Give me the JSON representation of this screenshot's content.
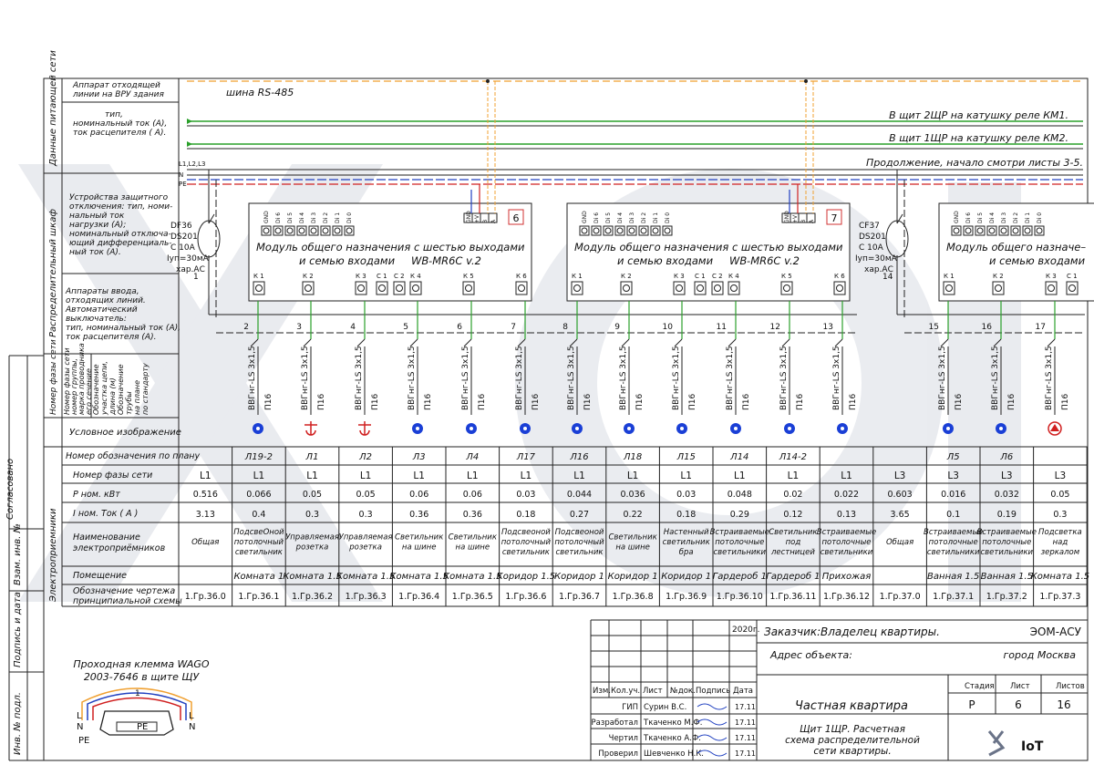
{
  "bus": {
    "rs485": "шина RS-485",
    "km1": "В щит 2ЩР на катушку реле КМ1.",
    "km2": "В щит 1ЩР на катушку реле КМ2.",
    "continuation": "Продолжение, начало смотри листы 3-5.",
    "wires_label": "L1,L2,L3",
    "wire_n": "N",
    "wire_pe": "PE"
  },
  "side": {
    "supply_data": "Данные питающей сети",
    "cabinet": "Распределительный шкаф",
    "phase_block": "Номер фазы сети",
    "consumers": "Электроприемники",
    "agreed": "Согласовано",
    "inv_sub": "Взам. инв. №",
    "sign_date": "Подпись и дата",
    "inv_orig": "Инв. № подл."
  },
  "labels": {
    "vru": [
      "Аппарат отходящей",
      "линии на ВРУ здания"
    ],
    "type_line": [
      "тип,",
      "номинальный ток (А),",
      "ток расцепителя ( А)."
    ],
    "rcd": [
      "Устройства защитного",
      "отключения: тип, номи-",
      "нальный ток",
      "нагрузки (А);",
      " номинальный отключа-",
      "ющий дифференциаль-",
      "ный ток (А)."
    ],
    "inputs": [
      "Аппараты ввода,",
      "отходящих линий.",
      "Автоматический",
      "выключатель:",
      "тип, номинальный ток (А),",
      "ток расцепителя (А)."
    ],
    "cable_a": [
      "Номер фазы сети",
      "номер группы,",
      "марка проводника",
      "его сечение"
    ],
    "cable_b": [
      "Обозначение",
      "участка цепи,",
      "длина (м)",
      "Обозначение",
      "трубы",
      "на плане",
      "по стандарту"
    ],
    "symbol": "Условное изображение"
  },
  "modules": [
    {
      "title1": "Модуль общего назначения с шестью выходами",
      "title2": "и семью входами",
      "model": "WB-MR6C v.2",
      "num": "6"
    },
    {
      "title1": "Модуль общего назначения с шестью выходами",
      "title2": "и семью входами",
      "model": "WB-MR6C v.2",
      "num": "7"
    },
    {
      "title1": "Модуль общего назначе–",
      "title2": "и семью входами",
      "model": "",
      "num": ""
    }
  ],
  "module_pins": [
    "GND",
    "Di 6",
    "Di 5",
    "Di 4",
    "Di 3",
    "Di 2",
    "Di 1",
    "Di 0"
  ],
  "module_bus_pins": [
    "GND",
    "+V",
    "B",
    "A"
  ],
  "relays": [
    "К 1",
    "К 2",
    "К 3",
    "С 1",
    "С 2",
    "К 4",
    "К 5",
    "К 6"
  ],
  "breakers": [
    {
      "name": "DF36",
      "type": "DS201",
      "nom": "С 10А",
      "idiff": "Iуп=30мА",
      "char": "хар.АС",
      "num": "1"
    },
    {
      "name": "CF37",
      "type": "DS201",
      "nom": "С 10А",
      "idiff": "Iуп=30мА",
      "char": "хар.АС",
      "num": "14"
    }
  ],
  "group_numbers": [
    "2",
    "3",
    "4",
    "5",
    "6",
    "7",
    "8",
    "9",
    "10",
    "11",
    "12",
    "13",
    "15",
    "16",
    "17"
  ],
  "cable": "ВВГнг-LS 3х1,5",
  "pipe": "П16",
  "table": {
    "row_labels": {
      "designation": "Номер обозначения по плану",
      "phase": "Номер фазы сети",
      "power": "Р ном. кВт",
      "current": "I ном. Ток ( А )",
      "name": [
        "Наименование",
        "электроприёмников"
      ],
      "room": "Помещение",
      "scheme": [
        "Обозначение чертежа",
        "принципиальной схемы"
      ]
    },
    "columns": [
      {
        "des": "",
        "phase": "L1",
        "p": "0.516",
        "i": "3.13",
        "name": [
          "Общая"
        ],
        "room": "",
        "sch": "1.Гр.36.0"
      },
      {
        "des": "Л19-2",
        "phase": "L1",
        "p": "0.066",
        "i": "0.4",
        "name": [
          "ПодсвеОной",
          "потолочный",
          "светильник"
        ],
        "room": "Комната 1",
        "sch": "1.Гр.36.1"
      },
      {
        "des": "Л1",
        "phase": "L1",
        "p": "0.05",
        "i": "0.3",
        "name": [
          "Управляемая",
          "розетка"
        ],
        "room": "Комната 1.5",
        "sch": "1.Гр.36.2"
      },
      {
        "des": "Л2",
        "phase": "L1",
        "p": "0.05",
        "i": "0.3",
        "name": [
          "Управляемая",
          "розетка"
        ],
        "room": "Комната 1.5",
        "sch": "1.Гр.36.3"
      },
      {
        "des": "Л3",
        "phase": "L1",
        "p": "0.06",
        "i": "0.36",
        "name": [
          "Светильник",
          "на шине"
        ],
        "room": "Комната 1.5",
        "sch": "1.Гр.36.4"
      },
      {
        "des": "Л4",
        "phase": "L1",
        "p": "0.06",
        "i": "0.36",
        "name": [
          "Светильник",
          "на шине"
        ],
        "room": "Комната 1.5",
        "sch": "1.Гр.36.5"
      },
      {
        "des": "Л17",
        "phase": "L1",
        "p": "0.03",
        "i": "0.18",
        "name": [
          "Подсвеоной",
          "потолочный",
          "светильник"
        ],
        "room": "Коридор 1.5",
        "sch": "1.Гр.36.6"
      },
      {
        "des": "Л16",
        "phase": "L1",
        "p": "0.044",
        "i": "0.27",
        "name": [
          "Подсвеоной",
          "потолочный",
          "светильник"
        ],
        "room": "Коридор 1",
        "sch": "1.Гр.36.7"
      },
      {
        "des": "Л18",
        "phase": "L1",
        "p": "0.036",
        "i": "0.22",
        "name": [
          "Светильник",
          "на шине"
        ],
        "room": "Коридор 1",
        "sch": "1.Гр.36.8"
      },
      {
        "des": "Л15",
        "phase": "L1",
        "p": "0.03",
        "i": "0.18",
        "name": [
          "Настенный",
          "светильник",
          "бра"
        ],
        "room": "Коридор 1",
        "sch": "1.Гр.36.9"
      },
      {
        "des": "Л14",
        "phase": "L1",
        "p": "0.048",
        "i": "0.29",
        "name": [
          "Встраиваемые",
          "потолочные",
          "светильники"
        ],
        "room": "Гардероб 1",
        "sch": "1.Гр.36.10"
      },
      {
        "des": "Л14-2",
        "phase": "L1",
        "p": "0.02",
        "i": "0.12",
        "name": [
          "Светильник",
          "под",
          "лестницей"
        ],
        "room": "Гардероб 1",
        "sch": "1.Гр.36.11"
      },
      {
        "des": "",
        "phase": "L1",
        "p": "0.022",
        "i": "0.13",
        "name": [
          "Встраиваемые",
          "потолочные",
          "светильники"
        ],
        "room": "Прихожая",
        "sch": "1.Гр.36.12"
      },
      {
        "des": "",
        "phase": "L3",
        "p": "0.603",
        "i": "3.65",
        "name": [
          "Общая"
        ],
        "room": "",
        "sch": "1.Гр.37.0"
      },
      {
        "des": "Л5",
        "phase": "L3",
        "p": "0.016",
        "i": "0.1",
        "name": [
          "Встраиваемые",
          "потолочные",
          "светильники"
        ],
        "room": "Ванная 1.5",
        "sch": "1.Гр.37.1"
      },
      {
        "des": "Л6",
        "phase": "L3",
        "p": "0.032",
        "i": "0.19",
        "name": [
          "Встраиваемые",
          "потолочные",
          "светильники"
        ],
        "room": "Ванная 1.5",
        "sch": "1.Гр.37.2"
      },
      {
        "des": "",
        "phase": "L3",
        "p": "0.05",
        "i": "0.3",
        "name": [
          "Подсветка",
          "над",
          "зеркалом"
        ],
        "room": "Комната 1.5",
        "sch": "1.Гр.37.3"
      }
    ]
  },
  "wago": {
    "title1": "Проходная клемма WAGO",
    "title2": "2003-7646 в щите ЩУ",
    "n1": "1",
    "L": "L",
    "N": "N",
    "PE": "PE"
  },
  "stamp": {
    "year": "2020г.",
    "customer_label": "Заказчик:",
    "customer": "Владелец квартиры.",
    "code": "ЭОМ-АСУ",
    "address_label": "Адрес объекта:",
    "city": "город Москва",
    "headers": [
      "Изм.",
      "Кол.уч.",
      "Лист",
      "№док.",
      "Подпись",
      "Дата"
    ],
    "roles": [
      {
        "role": "ГИП",
        "name": "Сурин В.С.",
        "date": "17.11"
      },
      {
        "role": "Разработал",
        "name": "Ткаченко М.Ф.",
        "date": "17.11"
      },
      {
        "role": "Чертил",
        "name": "Ткаченко А.Ф.",
        "date": "17.11"
      },
      {
        "role": "Проверил",
        "name": "Шевченко Н.К.",
        "date": "17.11"
      }
    ],
    "project": "Частная квартира",
    "stage_label": "Стадия",
    "sheet_label": "Лист",
    "sheets_label": "Листов",
    "stage": "Р",
    "sheet": "6",
    "sheets": "16",
    "desc": [
      "Щит 1ЩР. Расчетная",
      "схема распределительной",
      "сети квартиры."
    ],
    "logo": "IoT"
  },
  "colors": {
    "orange": "#f0a030",
    "green": "#2aa02a",
    "red": "#d02020",
    "blue": "#2040c0",
    "lamp": "#1a3fd6"
  }
}
